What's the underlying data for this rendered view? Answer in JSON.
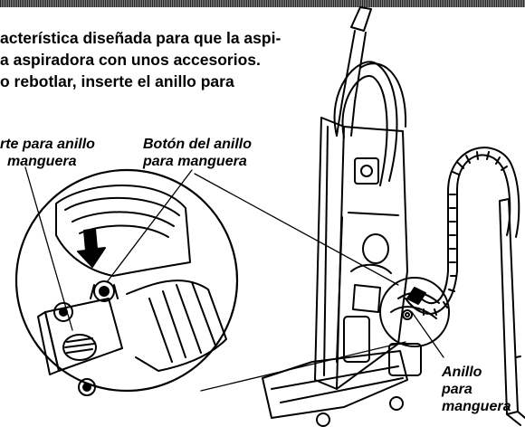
{
  "paragraph": [
    "acterística diseñada para que la aspi-",
    "a aspiradora con unos accesorios.",
    "o rebotlar, inserte el anillo para"
  ],
  "callouts": {
    "hose_ring_holder": [
      "rte para anillo",
      "manguera"
    ],
    "hose_ring_button": [
      "Botón del anillo",
      "para manguera"
    ],
    "hose_ring": [
      "Anillo",
      "para",
      "manguera"
    ]
  }
}
